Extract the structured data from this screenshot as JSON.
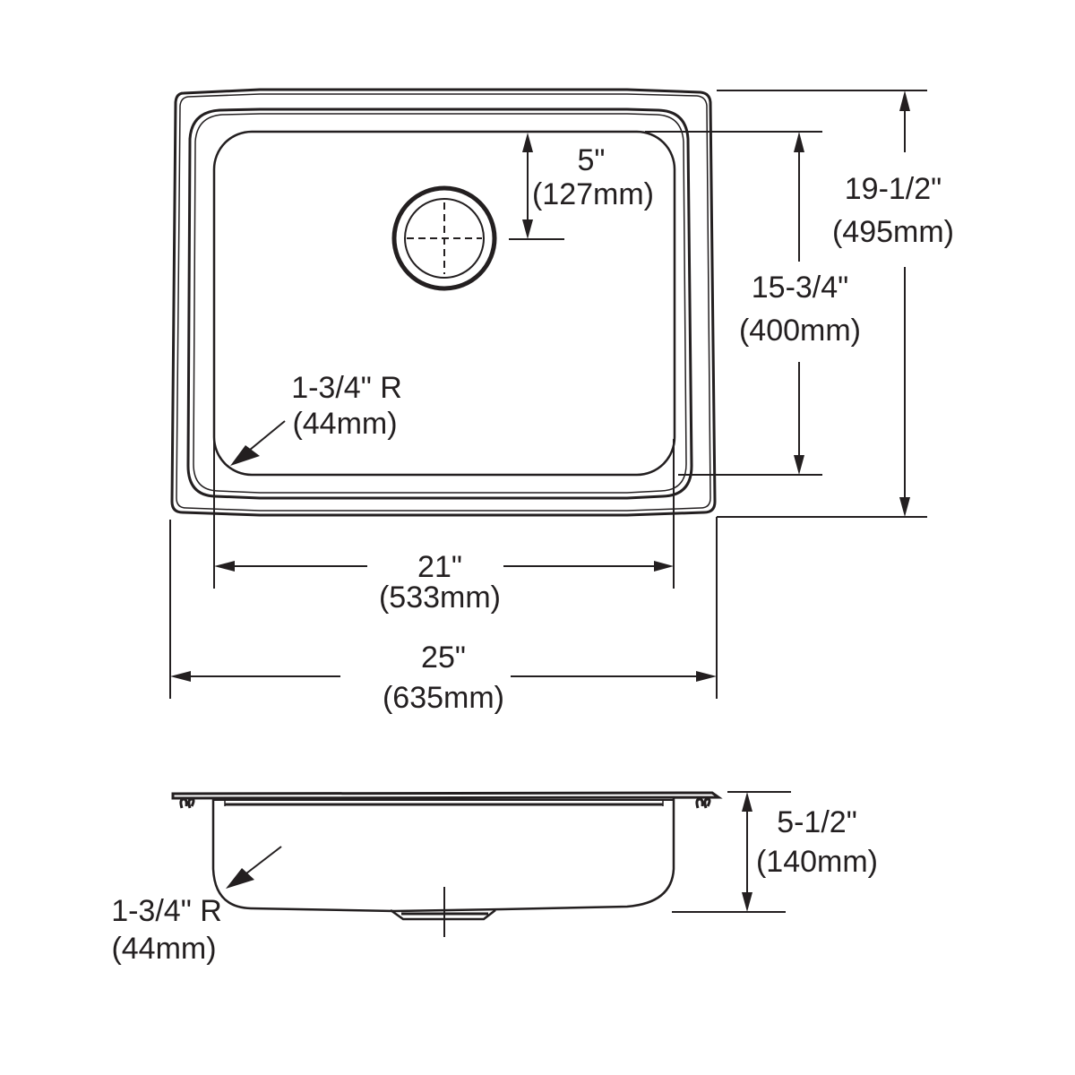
{
  "diagram": {
    "type": "technical-dimension-drawing",
    "subject": "single-bowl sink",
    "views": [
      "top-view",
      "side-view"
    ],
    "colors": {
      "line": "#231f20",
      "background": "#ffffff"
    }
  },
  "top_view": {
    "drain_offset": {
      "imperial": "5\"",
      "metric": "(127mm)"
    },
    "overall_depth": {
      "imperial": "19-1/2\"",
      "metric": "(495mm)"
    },
    "bowl_depth": {
      "imperial": "15-3/4\"",
      "metric": "(400mm)"
    },
    "corner_radius": {
      "imperial": "1-3/4\" R",
      "metric": "(44mm)"
    },
    "bowl_width": {
      "imperial": "21\"",
      "metric": "(533mm)"
    },
    "overall_width": {
      "imperial": "25\"",
      "metric": "(635mm)"
    }
  },
  "side_view": {
    "bowl_height": {
      "imperial": "5-1/2\"",
      "metric": "(140mm)"
    },
    "corner_radius": {
      "imperial": "1-3/4\" R",
      "metric": "(44mm)"
    }
  }
}
